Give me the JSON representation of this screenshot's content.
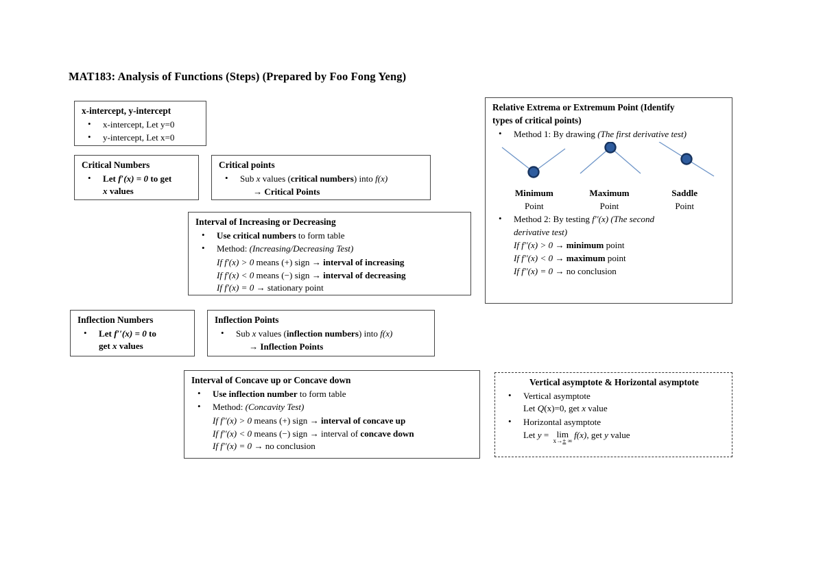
{
  "document": {
    "title": "MAT183: Analysis of Functions (Steps) (Prepared by Foo Fong Yeng)"
  },
  "colors": {
    "node_fill": "#2E5C9E",
    "node_stroke": "#17335E",
    "line": "#6E95C8",
    "box_border": "#444444",
    "text": "#000000"
  },
  "boxes": {
    "intercept": {
      "title": "x-intercept, y-intercept",
      "items": [
        "x-intercept, Let y=0",
        "y-intercept, Let x=0"
      ]
    },
    "critical_numbers": {
      "title": "Critical Numbers",
      "item_line1_a": "Let ",
      "item_line1_b": "f′(x) = 0",
      "item_line1_c": " to get",
      "item_line2_a": "x",
      "item_line2_b": " values"
    },
    "critical_points": {
      "title": "Critical points",
      "item_a": "Sub ",
      "item_b": "x",
      "item_c": " values (",
      "item_d": "critical numbers",
      "item_e": ") into ",
      "item_f": "f(x)",
      "arrow_line": "→   Critical Points"
    },
    "interval_increasing_decreasing": {
      "title": "Interval of Increasing or Decreasing",
      "bullet1_a": "Use critical numbers",
      "bullet1_b": " to form table",
      "bullet2_label": "Method: ",
      "bullet2_test": "(Increasing/Decreasing Test)",
      "rules": [
        {
          "cond": "If f′(x) > 0",
          "mid": " means (+) sign → ",
          "result": "interval of increasing",
          "result_bold": true
        },
        {
          "cond": "If f′(x) < 0",
          "mid": " means (−) sign → ",
          "result": "interval of decreasing",
          "result_bold": true
        },
        {
          "cond": "If f′(x) = 0",
          "mid": " → ",
          "result": "stationary point",
          "result_bold": false
        }
      ]
    },
    "inflection_numbers": {
      "title": "Inflection Numbers",
      "item_line1_a": "Let ",
      "item_line1_b": "f′′(x) = 0",
      "item_line1_c": " to",
      "item_line2_a": "get ",
      "item_line2_b": "x",
      "item_line2_c": " values"
    },
    "inflection_points": {
      "title": "Inflection Points",
      "item_a": "Sub ",
      "item_b": "x",
      "item_c": " values (",
      "item_d": "inflection numbers",
      "item_e": ") into ",
      "item_f": "f(x)",
      "arrow_line": "→   Inflection Points"
    },
    "interval_concavity": {
      "title": "Interval of Concave up or Concave down",
      "bullet1_a": "Use inflection number",
      "bullet1_b": " to form table",
      "bullet2_label": "Method: ",
      "bullet2_test": "(Concavity Test)",
      "rules": [
        {
          "cond": "If f′′(x) > 0",
          "mid": " means (+) sign → ",
          "pre": "",
          "result": "interval of concave up",
          "result_bold": true
        },
        {
          "cond": "If f′′(x) < 0",
          "mid": " means (−) sign → ",
          "pre": "interval of ",
          "result": "concave down",
          "result_bold": true
        },
        {
          "cond": "If f′′(x) = 0",
          "mid": " → ",
          "pre": "",
          "result": "no conclusion",
          "result_bold": false
        }
      ]
    },
    "relative_extrema": {
      "title_line1": "Relative Extrema or Extremum Point (Identify",
      "title_line2": "types of critical points)",
      "method1_label": "Method 1: By drawing ",
      "method1_test": "(The first derivative test)",
      "figures": [
        {
          "name": "minimum",
          "label_top": "Minimum",
          "label_bottom": "Point",
          "shape": "v"
        },
        {
          "name": "maximum",
          "label_top": "Maximum",
          "label_bottom": "Point",
          "shape": "peak"
        },
        {
          "name": "saddle",
          "label_top": "Saddle",
          "label_bottom": "Point",
          "shape": "slope"
        }
      ],
      "method2_line1_a": "Method 2: By testing ",
      "method2_line1_b": "f′′(x)",
      "method2_line1_c": " (The second",
      "method2_line2": "derivative test)",
      "rules": [
        {
          "cond": "If f′′(x) > 0",
          "mid": " → ",
          "result": "minimum",
          "result_bold": true,
          "tail": " point"
        },
        {
          "cond": "If f′′(x) < 0",
          "mid": " → ",
          "result": "maximum",
          "result_bold": true,
          "tail": " point"
        },
        {
          "cond": "If f′′(x) = 0",
          "mid": " → ",
          "result": "no conclusion",
          "result_bold": false,
          "tail": ""
        }
      ]
    },
    "asymptote": {
      "title": "Vertical asymptote & Horizontal asymptote",
      "bullet1": "Vertical asymptote",
      "bullet1_sub_a": "Let ",
      "bullet1_sub_b": "Q",
      "bullet1_sub_c": "(x)=0, get ",
      "bullet1_sub_d": "x",
      "bullet1_sub_e": " value",
      "bullet2": "Horizontal asymptote",
      "bullet2_sub_a": "Let ",
      "bullet2_sub_b": "y",
      "bullet2_sub_c": " = ",
      "bullet2_lim_top": "lim",
      "bullet2_lim_bot_pre": "x→",
      "bullet2_lim_bot_pm": "±",
      "bullet2_lim_bot_post": " ∞",
      "bullet2_sub_d": "f(x)",
      "bullet2_sub_e": ", get ",
      "bullet2_sub_f": "y",
      "bullet2_sub_g": " value"
    }
  }
}
